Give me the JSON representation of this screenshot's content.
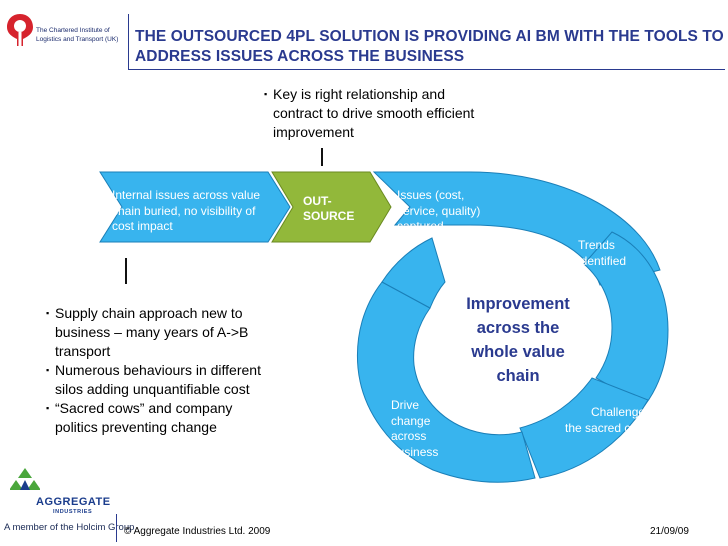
{
  "header": {
    "org_name": "The Chartered Institute of Logistics and Transport (UK)",
    "title": "THE OUTSOURCED 4PL SOLUTION IS PROVIDING AI BM WITH THE TOOLS TO ADDRESS ISSUES ACROSS THE BUSINESS"
  },
  "top_note": "Key is right relationship and contract to drive smooth efficient improvement",
  "flow": {
    "internal": "Internal issues across value chain buried, no visibility of cost impact",
    "outsource": "OUT-SOURCE",
    "issues": "Issues (cost, service, quality) captured",
    "trends": "Trends identified",
    "challenge": "Challenge the sacred cows",
    "drive": "Drive change across business",
    "center": "Improvement across the whole value chain"
  },
  "left_bullets": [
    "Supply chain approach new to business – many years of A->B transport",
    "Numerous behaviours in different silos adding unquantifiable cost",
    "“Sacred cows” and company politics preventing change"
  ],
  "footer": {
    "brand": "AGGREGATE",
    "brand_sub": "INDUSTRIES",
    "member": "A member of the Holcim Group",
    "copyright": "© Aggregate Industries Ltd. 2009",
    "date": "21/09/09"
  },
  "colors": {
    "title": "#2a3a8f",
    "arrow_blue": "#38b4ee",
    "outsource_green": "#92b83a",
    "cilt_red": "#d6232d"
  }
}
